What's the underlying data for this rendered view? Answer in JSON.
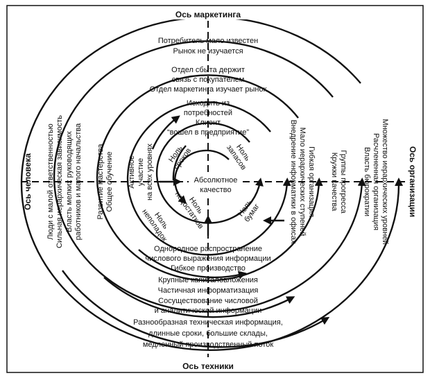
{
  "axes": {
    "top": "Ось маркетинга",
    "bottom": "Ось техники",
    "left": "Ось человека",
    "right": "Ось организации"
  },
  "top_labels": [
    "Потребитель мало известен",
    "Рынок не изучается",
    "Отдел сбыта держит",
    "связь с покупателем",
    "Отдел маркетинга изучает рынок",
    "Исходить из",
    "потребностей",
    "Клиент",
    "“вошел в предприятие”"
  ],
  "bottom_labels": [
    "Однородное распространение",
    "числового выражения информации",
    "Гибкое производство",
    "Крупные капиталовложения",
    "Частичная информатизация",
    "Сосуществование числовой",
    "и аналитической информации",
    "Разнообразная техническая информация,",
    "длинные сроки, большие склады,",
    "медленный производственный поток"
  ],
  "left_labels": [
    "Люди с малой ответственностью",
    "Сильная иерархическая зависимость",
    "Власть мелких руководящих",
    "работников и малого начальства",
    "Развитие мастерства",
    "Общее обучение",
    "Активное",
    "участие",
    "на всех уровнях"
  ],
  "right_labels": [
    "Множество иерархических уровней",
    "Расчлененная организация",
    "Власть бюрократии",
    "Группы прогресса",
    "Кружки качества",
    "Гибкая организация",
    "Мало иерархических ступеней",
    "Внедрение информатики в офисах"
  ],
  "inner_labels": {
    "zero_deadlines": [
      "Ноль",
      "сроков"
    ],
    "zero_stock": [
      "Ноль",
      "запасов"
    ],
    "zero_paper": [
      "Ноль",
      "бумаг"
    ],
    "zero_defects": [
      "Ноль",
      "недостатков"
    ],
    "zero_breakdowns": [
      "Ноль",
      "неполадок"
    ],
    "center": [
      "Абсолютное",
      "качество"
    ]
  }
}
